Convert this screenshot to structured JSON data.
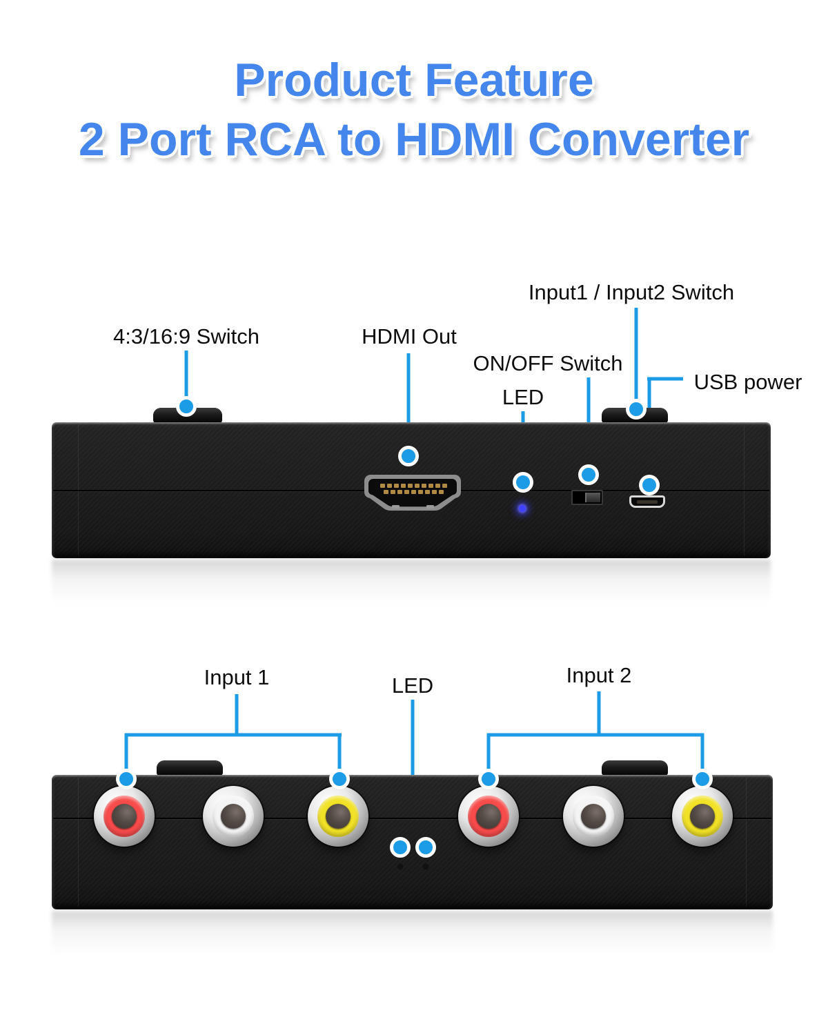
{
  "title": {
    "line1": "Product Feature",
    "line2": "2 Port RCA to HDMI Converter"
  },
  "front_view": {
    "labels": {
      "aspect_switch": "4:3/16:9 Switch",
      "hdmi_out": "HDMI Out",
      "input_switch": "Input1 / Input2 Switch",
      "on_off_switch": "ON/OFF Switch",
      "led": "LED",
      "usb_power": "USB power"
    },
    "components": [
      "aspect-ratio-button",
      "hdmi-port",
      "power-led",
      "on-off-slide-switch",
      "input-select-button",
      "micro-usb-port"
    ]
  },
  "rear_view": {
    "labels": {
      "input1": "Input 1",
      "led": "LED",
      "input2": "Input 2"
    },
    "jacks": [
      {
        "group": "Input 1",
        "color": "red"
      },
      {
        "group": "Input 1",
        "color": "white"
      },
      {
        "group": "Input 1",
        "color": "yellow"
      },
      {
        "group": "Input 2",
        "color": "red"
      },
      {
        "group": "Input 2",
        "color": "white"
      },
      {
        "group": "Input 2",
        "color": "yellow"
      }
    ]
  },
  "colors": {
    "title_blue": "#4486ec",
    "callout_blue": "#1c9be6",
    "device_black": "#1d1d1d",
    "rca_red": "#f84b4b",
    "rca_white": "#f4f4f4",
    "rca_yellow": "#f2e227",
    "led_blue": "#4040ff"
  }
}
